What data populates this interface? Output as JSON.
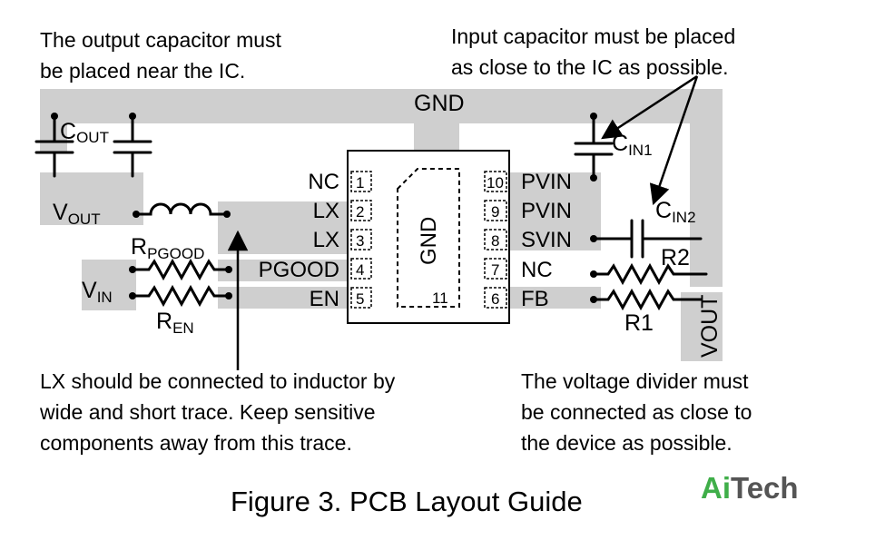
{
  "notes": {
    "output_cap": [
      "The output capacitor must",
      "be placed near the IC."
    ],
    "input_cap": [
      "Input capacitor must be placed",
      "as close to the IC as possible."
    ],
    "lx": [
      "LX should be connected to inductor by",
      "wide and short trace. Keep sensitive",
      "components away from this trace."
    ],
    "divider": [
      "The voltage divider must",
      "be connected as close to",
      "the device as possible."
    ]
  },
  "labels": {
    "gnd_top": "GND",
    "gnd_chip": "GND",
    "cout": {
      "main": "C",
      "sub": "OUT"
    },
    "cin1": {
      "main": "C",
      "sub": "IN1"
    },
    "cin2": {
      "main": "C",
      "sub": "IN2"
    },
    "vout_left": {
      "main": "V",
      "sub": "OUT"
    },
    "vin": {
      "main": "V",
      "sub": "IN"
    },
    "rpgood": {
      "main": "R",
      "sub": "PGOOD"
    },
    "ren": {
      "main": "R",
      "sub": "EN"
    },
    "r1": "R1",
    "r2": "R2",
    "vout_right": "VOUT"
  },
  "pins_left": [
    {
      "name": "NC",
      "num": "1"
    },
    {
      "name": "LX",
      "num": "2"
    },
    {
      "name": "LX",
      "num": "3"
    },
    {
      "name": "PGOOD",
      "num": "4"
    },
    {
      "name": "EN",
      "num": "5"
    }
  ],
  "pins_right": [
    {
      "name": "PVIN",
      "num": "10"
    },
    {
      "name": "PVIN",
      "num": "9"
    },
    {
      "name": "SVIN",
      "num": "8"
    },
    {
      "name": "NC",
      "num": "7"
    },
    {
      "name": "FB",
      "num": "6"
    }
  ],
  "exposed_pad": "11",
  "title": "Figure 3. PCB Layout Guide",
  "logo": {
    "ai": "Ai",
    "tech": "Tech"
  },
  "colors": {
    "trace": "#cfcfcf",
    "ink": "#000000",
    "logo_green": "#3fae49",
    "logo_gray": "#555555"
  }
}
